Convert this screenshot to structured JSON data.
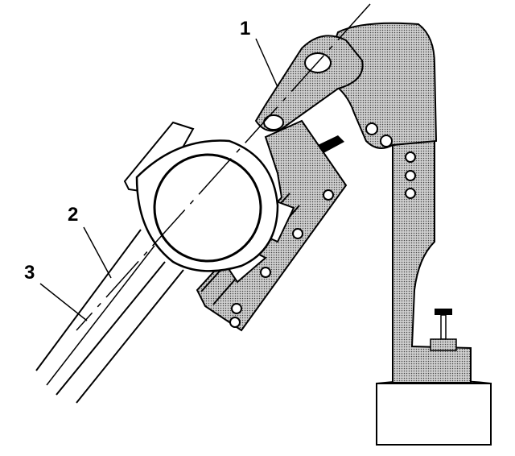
{
  "callouts": [
    {
      "id": "1",
      "label": "1"
    },
    {
      "id": "2",
      "label": "2"
    },
    {
      "id": "3",
      "label": "3"
    }
  ],
  "colors": {
    "line": "#000000",
    "stipple": "#9a9a9a",
    "background": "#ffffff"
  },
  "icons": {
    "alignment_fixture": "connecting-rod-alignment-fixture-icon",
    "connecting_rod": "connecting-rod-icon",
    "centerline": "rod-centerline-icon"
  }
}
